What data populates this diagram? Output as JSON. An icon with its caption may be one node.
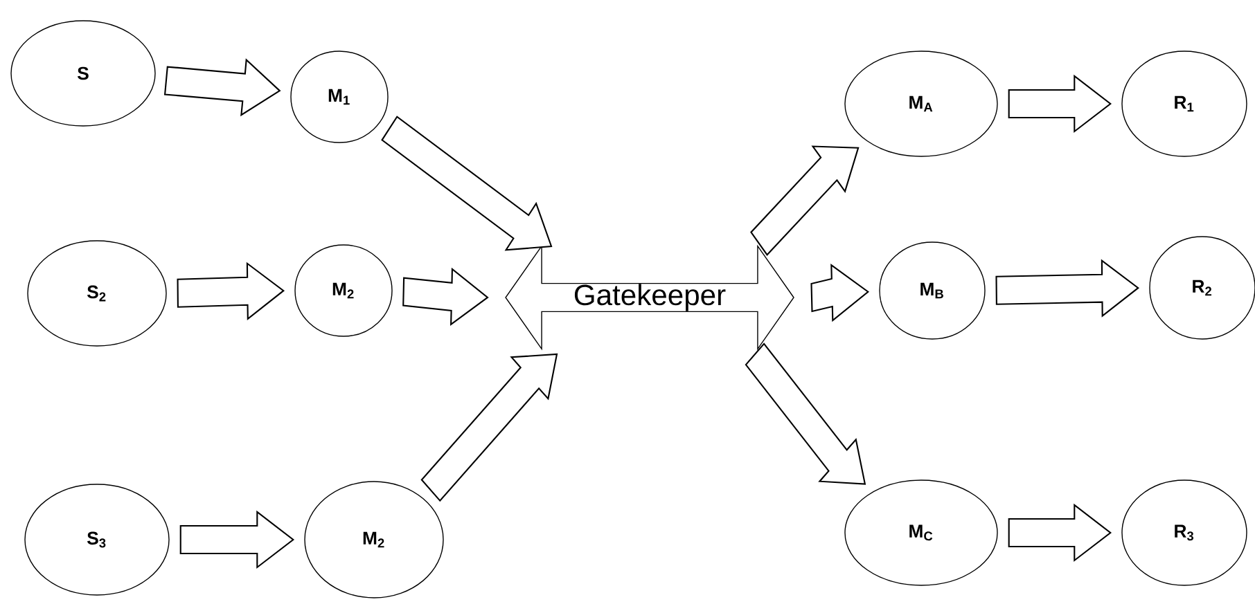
{
  "diagram": {
    "nodes": [
      {
        "text": [
          "S"
        ]
      },
      {
        "text": [
          "M$_{1}$"
        ]
      },
      {
        "text": [
          "S$_{2}$"
        ]
      },
      {
        "text": [
          "M$_{2}$"
        ]
      },
      {
        "text": [
          "S$_{3}$"
        ]
      },
      {
        "text": [
          "M$_{2}$"
        ]
      },
      {
        "text": [
          "Gatekeeper"
        ]
      },
      {
        "text": [
          "M$_{A}$"
        ]
      },
      {
        "text": [
          "R$_{1}$"
        ]
      },
      {
        "text": [
          "M$_{B}$"
        ]
      },
      {
        "text": [
          "R$_{2}$"
        ]
      },
      {
        "text": [
          "M$_{C}$"
        ]
      },
      {
        "text": [
          "R$_{3}$"
        ]
      }
    ],
    "edges": [
      {
        "from": 0,
        "to": 1,
        "arrow": "to"
      },
      {
        "from": 1,
        "to": 6,
        "arrow": "to"
      },
      {
        "from": 2,
        "to": 3,
        "arrow": "to"
      },
      {
        "from": 3,
        "to": 6,
        "arrow": "to"
      },
      {
        "from": 4,
        "to": 5,
        "arrow": "to"
      },
      {
        "from": 5,
        "to": 6,
        "arrow": "to"
      },
      {
        "from": 6,
        "to": 7,
        "arrow": "to"
      },
      {
        "from": 7,
        "to": 8,
        "arrow": "to"
      },
      {
        "from": 6,
        "to": 9,
        "arrow": "to"
      },
      {
        "from": 9,
        "to": 10,
        "arrow": "to"
      },
      {
        "from": 6,
        "to": 11,
        "arrow": "to"
      },
      {
        "from": 11,
        "to": 12,
        "arrow": "to"
      }
    ]
  }
}
